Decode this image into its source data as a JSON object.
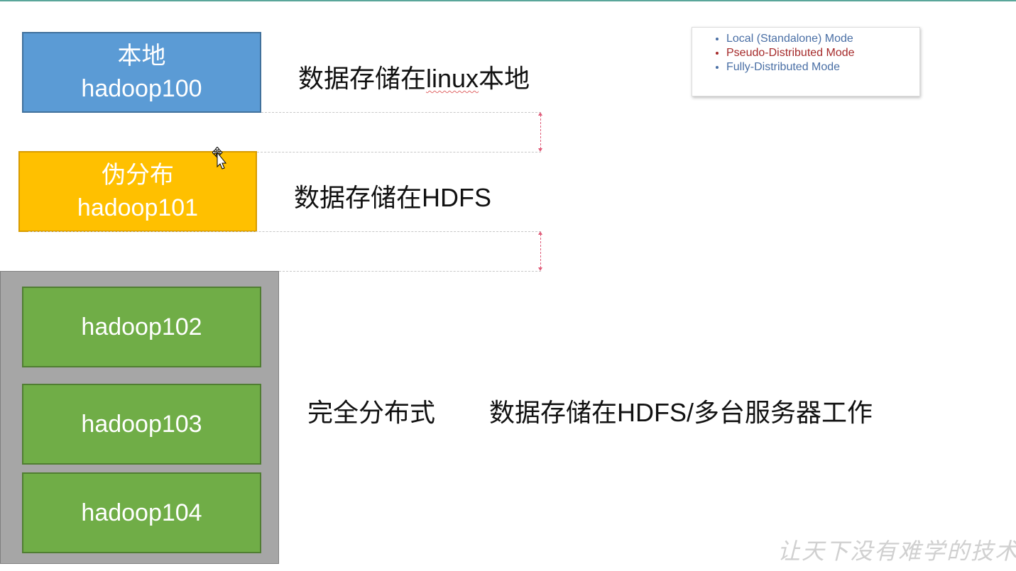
{
  "boxes": {
    "local": {
      "line1": "本地",
      "line2": "hadoop100"
    },
    "pseudo": {
      "line1": "伪分布",
      "line2": "hadoop101"
    },
    "fully": {
      "nodes": [
        "hadoop102",
        "hadoop103",
        "hadoop104"
      ]
    }
  },
  "descriptions": {
    "local_prefix": "数据存储在",
    "local_mid": "linux",
    "local_suffix": "本地",
    "pseudo": "数据存储在HDFS",
    "fully_mode": "完全分布式",
    "fully": "数据存储在HDFS/多台服务器工作"
  },
  "mode_list": [
    {
      "label": "Local (Standalone) Mode",
      "color": "#4a6fa5"
    },
    {
      "label": "Pseudo-Distributed Mode",
      "color": "#a52a2a"
    },
    {
      "label": "Fully-Distributed Mode",
      "color": "#4a6fa5"
    }
  ],
  "watermark": "让天下没有难学的技术",
  "colors": {
    "local": "#5b9bd5",
    "pseudo": "#ffc000",
    "fully_node": "#70ad47",
    "fully_panel": "#a6a6a6"
  }
}
